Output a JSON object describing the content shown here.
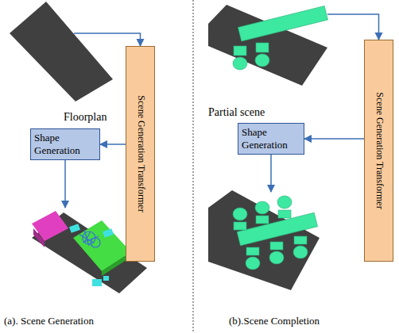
{
  "diagram": {
    "nodes": [
      {
        "text": [
          "Floorplan"
        ]
      },
      {
        "text": [
          "Scene Generation Transformer"
        ]
      },
      {
        "text": [
          "Shape Generation"
        ]
      },
      {
        "text": [
          "Partial scene"
        ]
      },
      {
        "text": [
          "Scene Generation Transformer"
        ]
      },
      {
        "text": [
          "Shape Generation"
        ]
      }
    ],
    "edges": [
      {
        "from": 0,
        "to": 1,
        "arrow": "to"
      },
      {
        "from": 1,
        "to": 2,
        "arrow": "to"
      },
      {
        "from": 3,
        "to": 4,
        "arrow": "to"
      },
      {
        "from": 4,
        "to": 5,
        "arrow": "to"
      }
    ],
    "labels": [
      "(a). Scene Generation",
      "(b).Scene Completion"
    ]
  }
}
